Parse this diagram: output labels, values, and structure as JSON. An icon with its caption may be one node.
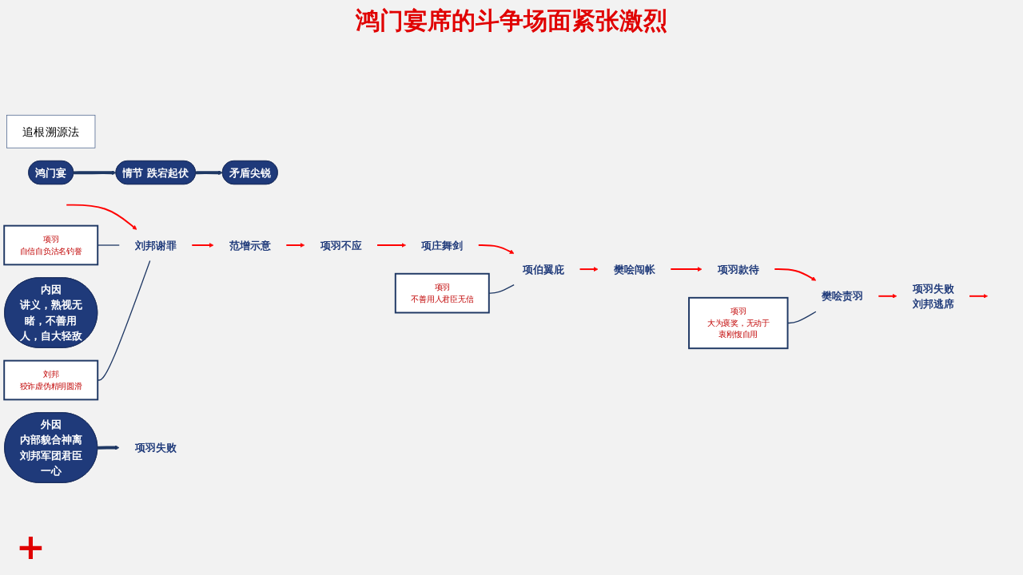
{
  "diagram": {
    "title": "鸿门宴席的斗争场面紧张激烈",
    "nodes": [
      {
        "text": [
          "追根溯源法"
        ]
      },
      {
        "text": [
          "鸿门宴"
        ]
      },
      {
        "text": [
          "情节 跌宕起伏"
        ]
      },
      {
        "text": [
          "矛盾尖锐"
        ]
      },
      {
        "text": [
          "项羽",
          "自信自负沽名钓誉"
        ]
      },
      {
        "text": [
          "刘邦",
          "狡诈虚伪精明圆滑"
        ]
      },
      {
        "text": [
          "刘邦谢罪"
        ]
      },
      {
        "text": [
          "范增示意"
        ]
      },
      {
        "text": [
          "项羽不应"
        ]
      },
      {
        "text": [
          "项庄舞剑"
        ]
      },
      {
        "text": [
          "项伯翼庇"
        ]
      },
      {
        "text": [
          "项羽",
          "不善用人君臣无信"
        ]
      },
      {
        "text": [
          "樊哙闯帐"
        ]
      },
      {
        "text": [
          "项羽款待"
        ]
      },
      {
        "text": [
          "樊哙责羽"
        ]
      },
      {
        "text": [
          "项羽",
          "大为褒奖，无动于衷刚愎自用"
        ]
      },
      {
        "text": [
          "项羽失败",
          "刘邦逃席"
        ]
      },
      {
        "text": [
          "内因",
          "讲义，熟视无睹，不善用人，自大轻敌"
        ]
      },
      {
        "text": [
          "外因",
          "内部貌合神离",
          "刘邦军团君臣一心"
        ]
      },
      {
        "text": [
          "项羽失败"
        ]
      }
    ],
    "edges": [
      {
        "from": 1,
        "to": 2,
        "arrow": "to",
        "style": "thick",
        "color": "#1f3864"
      },
      {
        "from": 2,
        "to": 3,
        "arrow": "to",
        "style": "thick",
        "color": "#1f3864"
      },
      {
        "from": null,
        "to": 6,
        "arrow": "to"
      },
      {
        "from": 6,
        "to": 7,
        "arrow": "to"
      },
      {
        "from": 7,
        "to": 8,
        "arrow": "to"
      },
      {
        "from": 8,
        "to": 9,
        "arrow": "to"
      },
      {
        "from": 9,
        "to": 10,
        "arrow": "to"
      },
      {
        "from": 10,
        "to": 12,
        "arrow": "to"
      },
      {
        "from": 12,
        "to": 13,
        "arrow": "to"
      },
      {
        "from": 13,
        "to": 14,
        "arrow": "to"
      },
      {
        "from": 14,
        "to": 16,
        "arrow": "to"
      },
      {
        "from": 16,
        "to": null,
        "arrow": "to"
      },
      {
        "from": 4,
        "to": 6,
        "arrow": "none",
        "color": "#1f3864"
      },
      {
        "from": 5,
        "to": 6,
        "arrow": "none",
        "color": "#1f3864"
      },
      {
        "from": 11,
        "to": 10,
        "arrow": "none",
        "color": "#1f3864"
      },
      {
        "from": 15,
        "to": 14,
        "arrow": "none",
        "color": "#1f3864"
      },
      {
        "from": 18,
        "to": 19,
        "arrow": "to",
        "style": "thick",
        "color": "#1f3864"
      }
    ],
    "labels": [
      "+"
    ]
  }
}
